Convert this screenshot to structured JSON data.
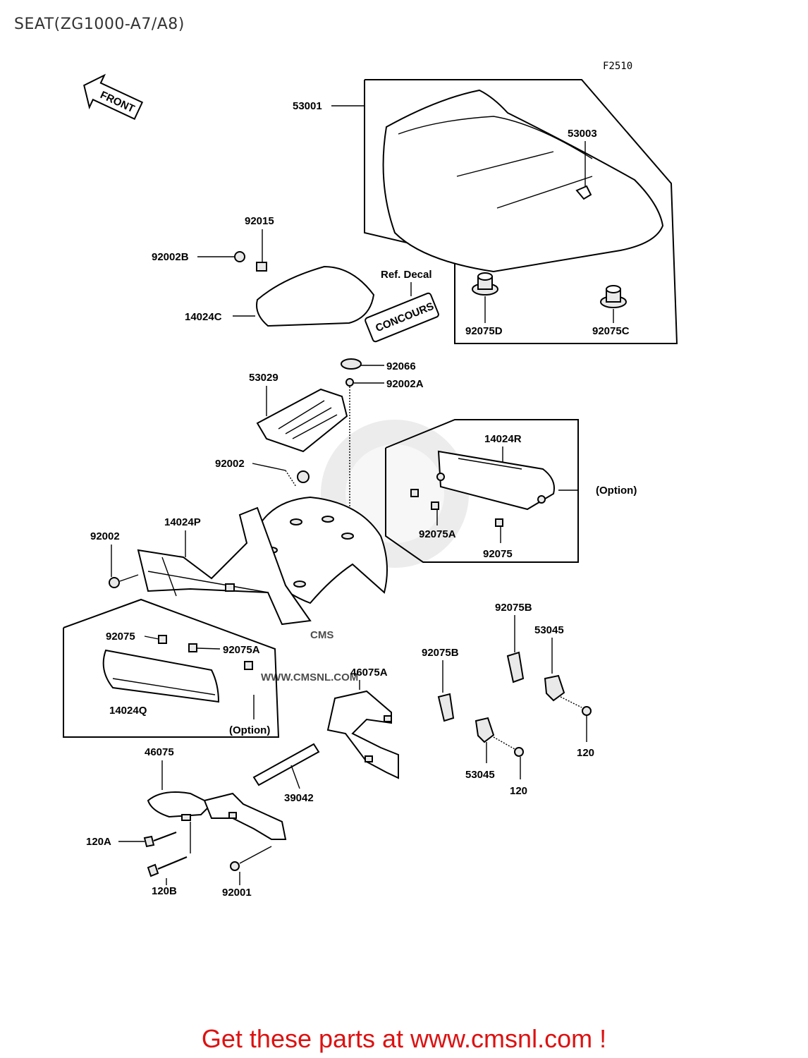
{
  "title": "SEAT(ZG1000-A7/A8)",
  "figure_code": "F2510",
  "front_arrow_label": "FRONT",
  "watermark": {
    "logo_text": "CMS",
    "url_text": "WWW.CMSNL.COM"
  },
  "labels": {
    "p53001": "53001",
    "p53003": "53003",
    "p92015": "92015",
    "p92002B": "92002B",
    "p14024C": "14024C",
    "ref_decal": "Ref. Decal",
    "decal_text": "CONCOURS",
    "p92075D": "92075D",
    "p92075C": "92075C",
    "p92066": "92066",
    "p92002A": "92002A",
    "p53029": "53029",
    "p92002_upper": "92002",
    "p14024R": "14024R",
    "option_right": "(Option)",
    "p92075A_right": "92075A",
    "p92075_right": "92075",
    "p14024P": "14024P",
    "p92002_left": "92002",
    "p92075_left": "92075",
    "p92075A_left": "92075A",
    "p14024Q": "14024Q",
    "option_left": "(Option)",
    "p92075B_upper": "92075B",
    "p53045_upper": "53045",
    "p92075B_lower": "92075B",
    "p46075A": "46075A",
    "p120_right": "120",
    "p53045_lower": "53045",
    "p120_lower": "120",
    "p46075": "46075",
    "p39042": "39042",
    "p120A": "120A",
    "p120B": "120B",
    "p92001": "92001"
  },
  "promo_text": "Get these parts at www.cmsnl.com !",
  "promo_color": "#dd1111"
}
